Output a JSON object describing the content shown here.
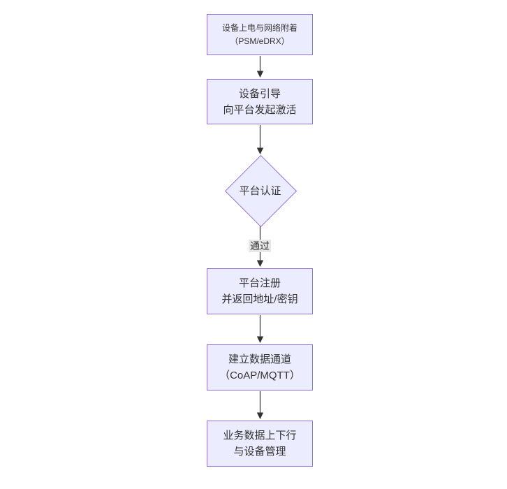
{
  "flowchart": {
    "nodes": {
      "power_attach": {
        "line1": "设备上电与网络附着",
        "line2": "（PSM/eDRX）"
      },
      "bootstrap": {
        "line1": "设备引导",
        "line2": "向平台发起激活"
      },
      "auth": {
        "label": "平台认证"
      },
      "register": {
        "line1": "平台注册",
        "line2": "并返回地址/密钥"
      },
      "data_channel": {
        "line1": "建立数据通道",
        "line2": "（CoAP/MQTT）"
      },
      "business": {
        "line1": "业务数据上下行",
        "line2": "与设备管理"
      }
    },
    "edge_labels": {
      "auth_pass": "通过"
    },
    "colors": {
      "node_fill": "#ECECFF",
      "node_border": "#9370DB",
      "text": "#333333",
      "arrow": "#333333",
      "edge_label_bg": "#e8e8e8"
    }
  }
}
